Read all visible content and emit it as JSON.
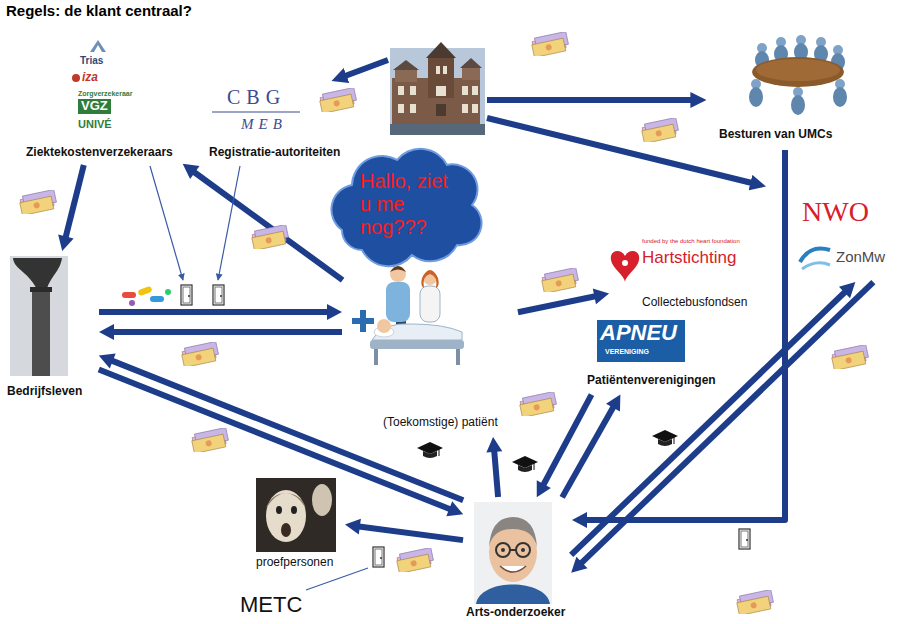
{
  "diagram": {
    "title": "Regels: de klant centraal?",
    "nodes": [
      {
        "text": [
          "Trias",
          "iza",
          "Zorgverzekeraar",
          "VGZ",
          "UNIVÉ",
          "Ziektekostenverzekeraars"
        ]
      },
      {
        "text": [
          "CBG",
          "MEB",
          "Registratie-autoriteiten"
        ]
      },
      {
        "text": [
          "Besturen van UMCs"
        ]
      },
      {
        "text": [
          "Hallo, ziet u me nog???"
        ]
      },
      {
        "text": [
          "NWO",
          "ZonMw"
        ]
      },
      {
        "text": [
          "Bedrijfsleven"
        ]
      },
      {
        "text": [
          "(Toekomstige) patiënt"
        ]
      },
      {
        "text": [
          "funded by the dutch heart foundation",
          "Hartstichting",
          "Collectebusfondsen"
        ]
      },
      {
        "text": [
          "APNEU",
          "VERENIGING",
          "Patiëntenverenigingen"
        ]
      },
      {
        "text": [
          "proefpersonen"
        ]
      },
      {
        "text": [
          "Arts-onderzoeker"
        ]
      }
    ],
    "edges": [
      {
        "from": 2,
        "to": 10,
        "arrow": "to"
      },
      {
        "from": 10,
        "to": 4,
        "arrow": "to"
      },
      {
        "from": 4,
        "to": 10,
        "arrow": "to"
      },
      {
        "from": 10,
        "to": 8,
        "arrow": "to"
      },
      {
        "from": 8,
        "to": 10,
        "arrow": "to"
      },
      {
        "from": 10,
        "to": 6,
        "arrow": "to"
      },
      {
        "from": 10,
        "to": 9,
        "arrow": "to"
      },
      {
        "from": 10,
        "to": 5,
        "arrow": "to"
      },
      {
        "from": 5,
        "to": 10,
        "arrow": "to"
      },
      {
        "from": 5,
        "to": 6,
        "arrow": "to"
      },
      {
        "from": 6,
        "to": 5,
        "arrow": "to"
      },
      {
        "from": 6,
        "to": 0,
        "arrow": "to"
      },
      {
        "from": 0,
        "to": 5,
        "arrow": "to"
      },
      {
        "from": 6,
        "to": 7,
        "arrow": "to"
      }
    ],
    "labels": [
      "METC"
    ]
  }
}
